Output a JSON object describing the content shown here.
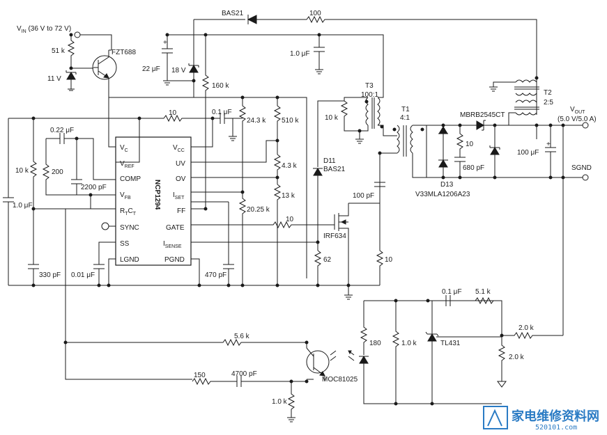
{
  "labels": {
    "vin": "V",
    "vin_sub": "IN",
    "vin_range": " (36 V to 72 V)",
    "r51k": "51 k",
    "d11v": "11 V",
    "fzt": "FZT688",
    "bas21_top": "BAS21",
    "r100_top": "100",
    "c1uf_top": "1.0 μF",
    "c22uf": "22 μF",
    "d18v": "18 V",
    "r160k": "160 k",
    "t3": "T3",
    "t3_ratio": "100:1",
    "t2": "T2",
    "t2_ratio": "2:5",
    "r10_top": "10",
    "c01uf": "0.1 μF",
    "r243k": "24.3 k",
    "r510k": "510 k",
    "r10k_t3": "10 k",
    "t1": "T1",
    "t1_ratio": "4:1",
    "mbrb": "MBRB2545CT",
    "vout": "V",
    "vout_sub": "OUT",
    "vout_rating": "(5.0 V/5.0 A)",
    "c022uf": "0.22 μF",
    "r10k_left": "10 k",
    "r200": "200",
    "c2200pf": "2200 pF",
    "c1uf_left": "1.0 μF",
    "r43k": "4.3 k",
    "r13k": "13 k",
    "r2025k": "20.25 k",
    "d11": "D11",
    "bas21_mid": "BAS21",
    "r10_snub": "10",
    "c680pf": "680 pF",
    "d13": "D13",
    "v33": "V33MLA1206A23",
    "c100uf": "100 μF",
    "sgnd": "SGND",
    "c100pf": "100 pF",
    "r10_gate": "10",
    "irf": "IRF634",
    "r62": "62",
    "r10_src": "10",
    "c330pf": "330 pF",
    "c001uf": "0.01 μF",
    "c470pf": "470 pF",
    "c01uf_fb": "0.1 μF",
    "r51k_fb": "5.1 k",
    "r56k": "5.6 k",
    "r180": "180",
    "r10k_opto": "1.0 k",
    "tl431": "TL431",
    "r20k_top": "2.0 k",
    "r20k_bot": "2.0 k",
    "r150": "150",
    "c4700pf": "4700 pF",
    "moc": "MOC81025",
    "r10k_bot": "1.0 k"
  },
  "chip": {
    "name": "NCP1294",
    "left_pins": [
      "V",
      "V",
      "COMP",
      "V",
      "R",
      "SYNC",
      "SS",
      "LGND"
    ],
    "left_subs": [
      "C",
      "REF",
      "",
      "FB",
      "T",
      "",
      "",
      ""
    ],
    "left_tail": [
      "",
      "",
      "",
      "",
      "C",
      "",
      "",
      ""
    ],
    "right_pins": [
      "V",
      "UV",
      "OV",
      "I",
      "FF",
      "GATE",
      "I",
      "PGND"
    ],
    "right_subs": [
      "CC",
      "",
      "",
      "SET",
      "",
      "",
      "SENSE",
      ""
    ]
  },
  "watermark": {
    "title": "家电维修资料网",
    "url": "520101.com"
  }
}
